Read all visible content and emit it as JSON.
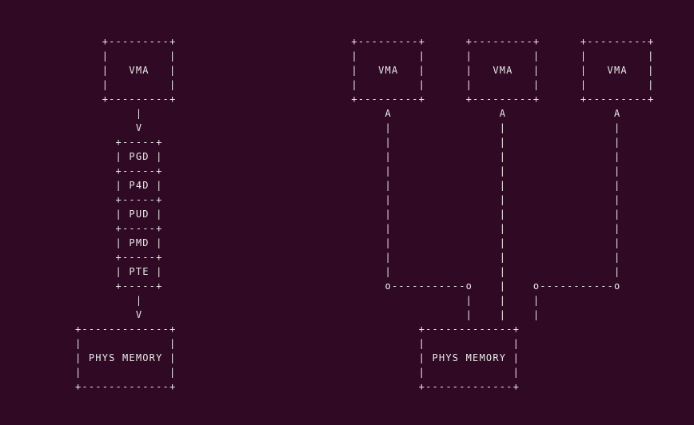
{
  "terminal": {
    "background": "#300a24",
    "foreground": "#e8e8e8"
  },
  "diagram": {
    "lines": [
      "    +---------+                          +---------+      +---------+      +---------+",
      "    |         |                          |         |      |         |      |         |",
      "    |   VMA   |                          |   VMA   |      |   VMA   |      |   VMA   |",
      "    |         |                          |         |      |         |      |         |",
      "    +---------+                          +---------+      +---------+      +---------+",
      "         |                                    A                A                A",
      "         V                                    |                |                |",
      "      +-----+                                 |                |                |",
      "      | PGD |                                 |                |                |",
      "      +-----+                                 |                |                |",
      "      | P4D |                                 |                |                |",
      "      +-----+                                 |                |                |",
      "      | PUD |                                 |                |                |",
      "      +-----+                                 |                |                |",
      "      | PMD |                                 |                |                |",
      "      +-----+                                 |                |                |",
      "      | PTE |                                 |                |                |",
      "      +-----+                                 o-----------o    |    o-----------o",
      "         |                                                |    |    |",
      "         V                                                |    |    |",
      "+-------------+                                    +-------------+",
      "|             |                                    |             |",
      "| PHYS MEMORY |                                    | PHYS MEMORY |",
      "|             |                                    |             |",
      "+-------------+                                    +-------------+"
    ]
  }
}
